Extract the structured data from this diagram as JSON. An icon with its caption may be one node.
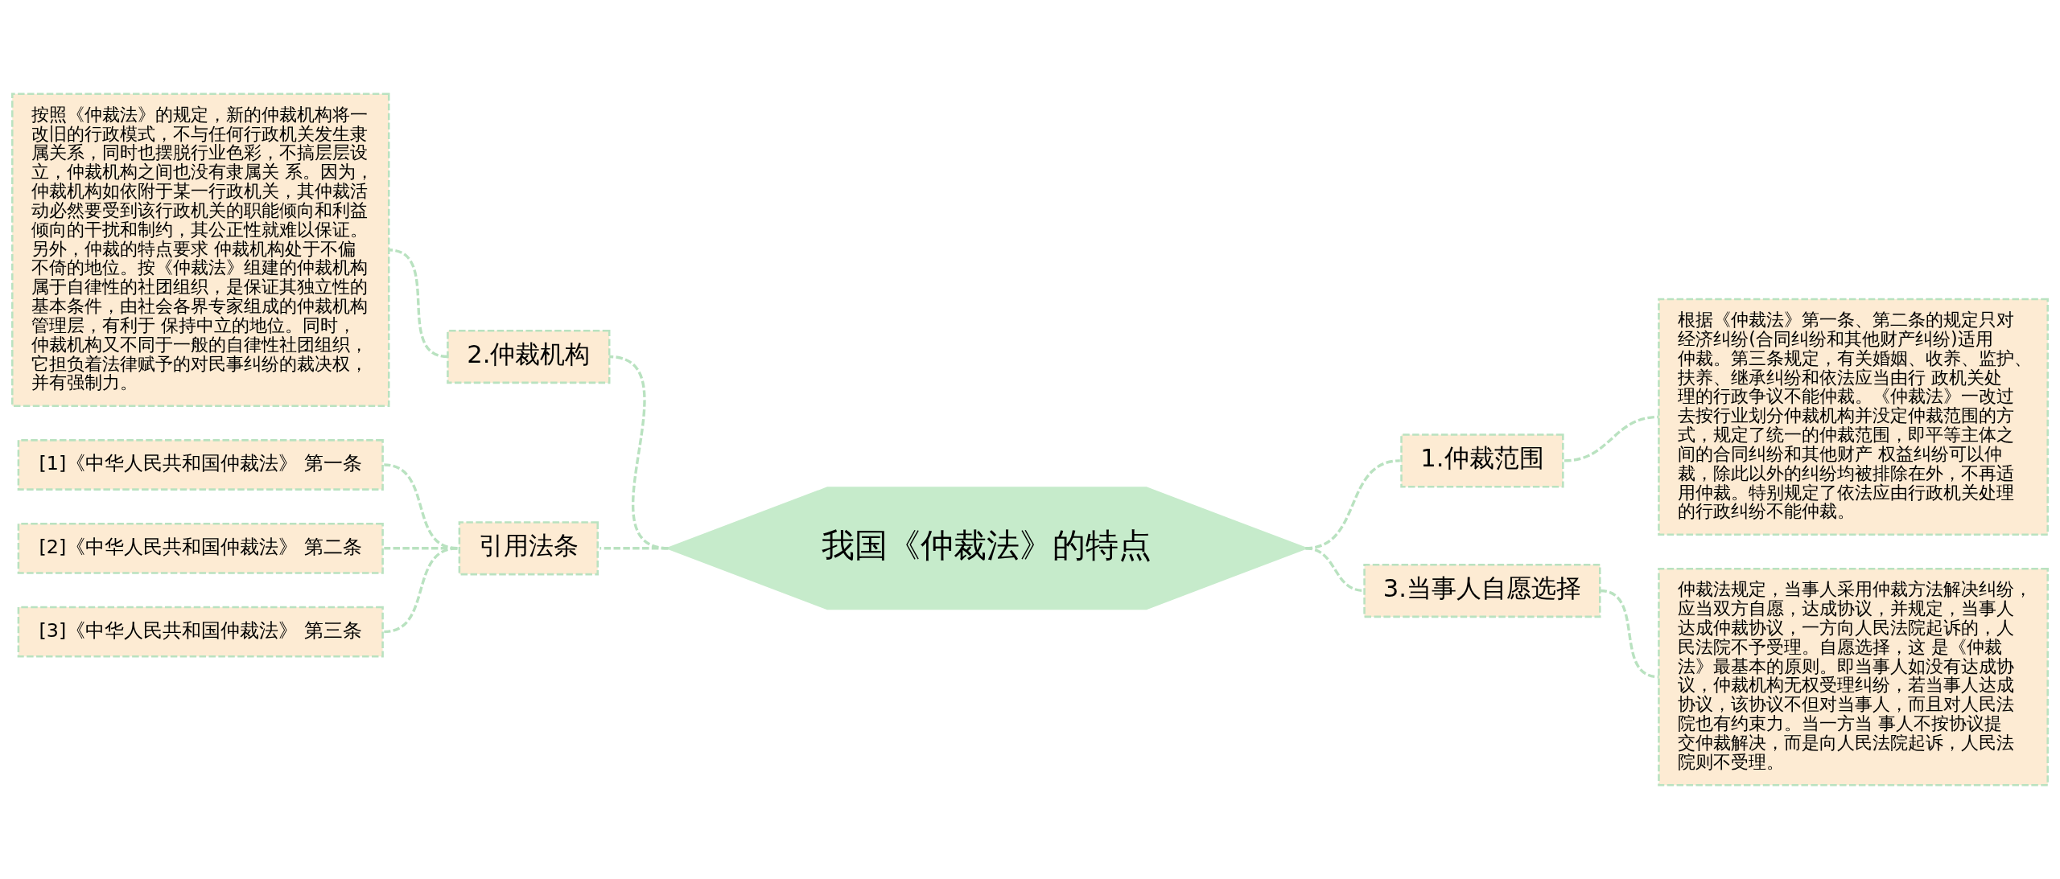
{
  "diagram": {
    "nodes": [
      {
        "text": [
          "我国《仲裁法》的特点"
        ]
      },
      {
        "text": [
          "2.仲裁机构"
        ]
      },
      {
        "text": [
          "按照《仲裁法》的规定，新的仲裁机构将一改旧的行政模式，不与任何行政机关发生隶属关系，同时也摆脱行业色彩，不搞层层设立，仲裁机构之间也没有隶属关 系。因为，仲裁机构如依附于某一行政机关，其仲裁活动必然要受到该行政机关的职能倾向和利益倾向的干扰和制约，其公正性就难以保证。另外，仲裁的特点要求 仲裁机构处于不偏不倚的地位。按《仲裁法》组建的仲裁机构属于自律性的社团组织，是保证其独立性的基本条件，由社会各界专家组成的仲裁机构管理层，有利于 保持中立的地位。同时，仲裁机构又不同于一般的自律性社团组织，它担负着法律赋予的对民事纠纷的裁决权，并有强制力。"
        ]
      },
      {
        "text": [
          "引用法条"
        ]
      },
      {
        "text": [
          "[1]《中华人民共和国仲裁法》 第一条"
        ]
      },
      {
        "text": [
          "[2]《中华人民共和国仲裁法》 第二条"
        ]
      },
      {
        "text": [
          "[3]《中华人民共和国仲裁法》 第三条"
        ]
      },
      {
        "text": [
          "1.仲裁范围"
        ]
      },
      {
        "text": [
          "根据《仲裁法》第一条、第二条的规定只对经济纠纷(合同纠纷和其他财产纠纷)适用仲裁。第三条规定，有关婚姻、收养、监护、扶养、继承纠纷和依法应当由行 政机关处理的行政争议不能仲裁。《仲裁法》一改过去按行业划分仲裁机构并没定仲裁范围的方式，规定了统一的仲裁范围，即平等主体之间的合同纠纷和其他财产 权益纠纷可以仲裁，除此以外的纠纷均被排除在外，不再适用仲裁。特别规定了依法应由行政机关处理的行政纠纷不能仲裁。"
        ]
      },
      {
        "text": [
          "3.当事人自愿选择"
        ]
      },
      {
        "text": [
          "仲裁法规定，当事人采用仲裁方法解决纠纷，应当双方自愿，达成协议，并规定，当事人达成仲裁协议，一方向人民法院起诉的，人民法院不予受理。自愿选择，这 是《仲裁法》最基本的原则。即当事人如没有达成协议，仲裁机构无权受理纠纷，若当事人达成协议，该协议不但对当事人，而且对人民法院也有约束力。当一方当 事人不按协议提交仲裁解决，而是向人民法院起诉，人民法院则不受理。"
        ]
      }
    ],
    "edges": [
      {
        "from": 0,
        "to": 1,
        "arrow": "none",
        "style": "dashed"
      },
      {
        "from": 1,
        "to": 2,
        "arrow": "none",
        "style": "dashed"
      },
      {
        "from": 0,
        "to": 3,
        "arrow": "none",
        "style": "dashed"
      },
      {
        "from": 3,
        "to": 4,
        "arrow": "none",
        "style": "dashed"
      },
      {
        "from": 3,
        "to": 5,
        "arrow": "none",
        "style": "dashed"
      },
      {
        "from": 3,
        "to": 6,
        "arrow": "none",
        "style": "dashed"
      },
      {
        "from": 0,
        "to": 7,
        "arrow": "none",
        "style": "dashed"
      },
      {
        "from": 7,
        "to": 8,
        "arrow": "none",
        "style": "dashed"
      },
      {
        "from": 0,
        "to": 9,
        "arrow": "none",
        "style": "dashed"
      },
      {
        "from": 9,
        "to": 10,
        "arrow": "none",
        "style": "dashed"
      }
    ]
  }
}
